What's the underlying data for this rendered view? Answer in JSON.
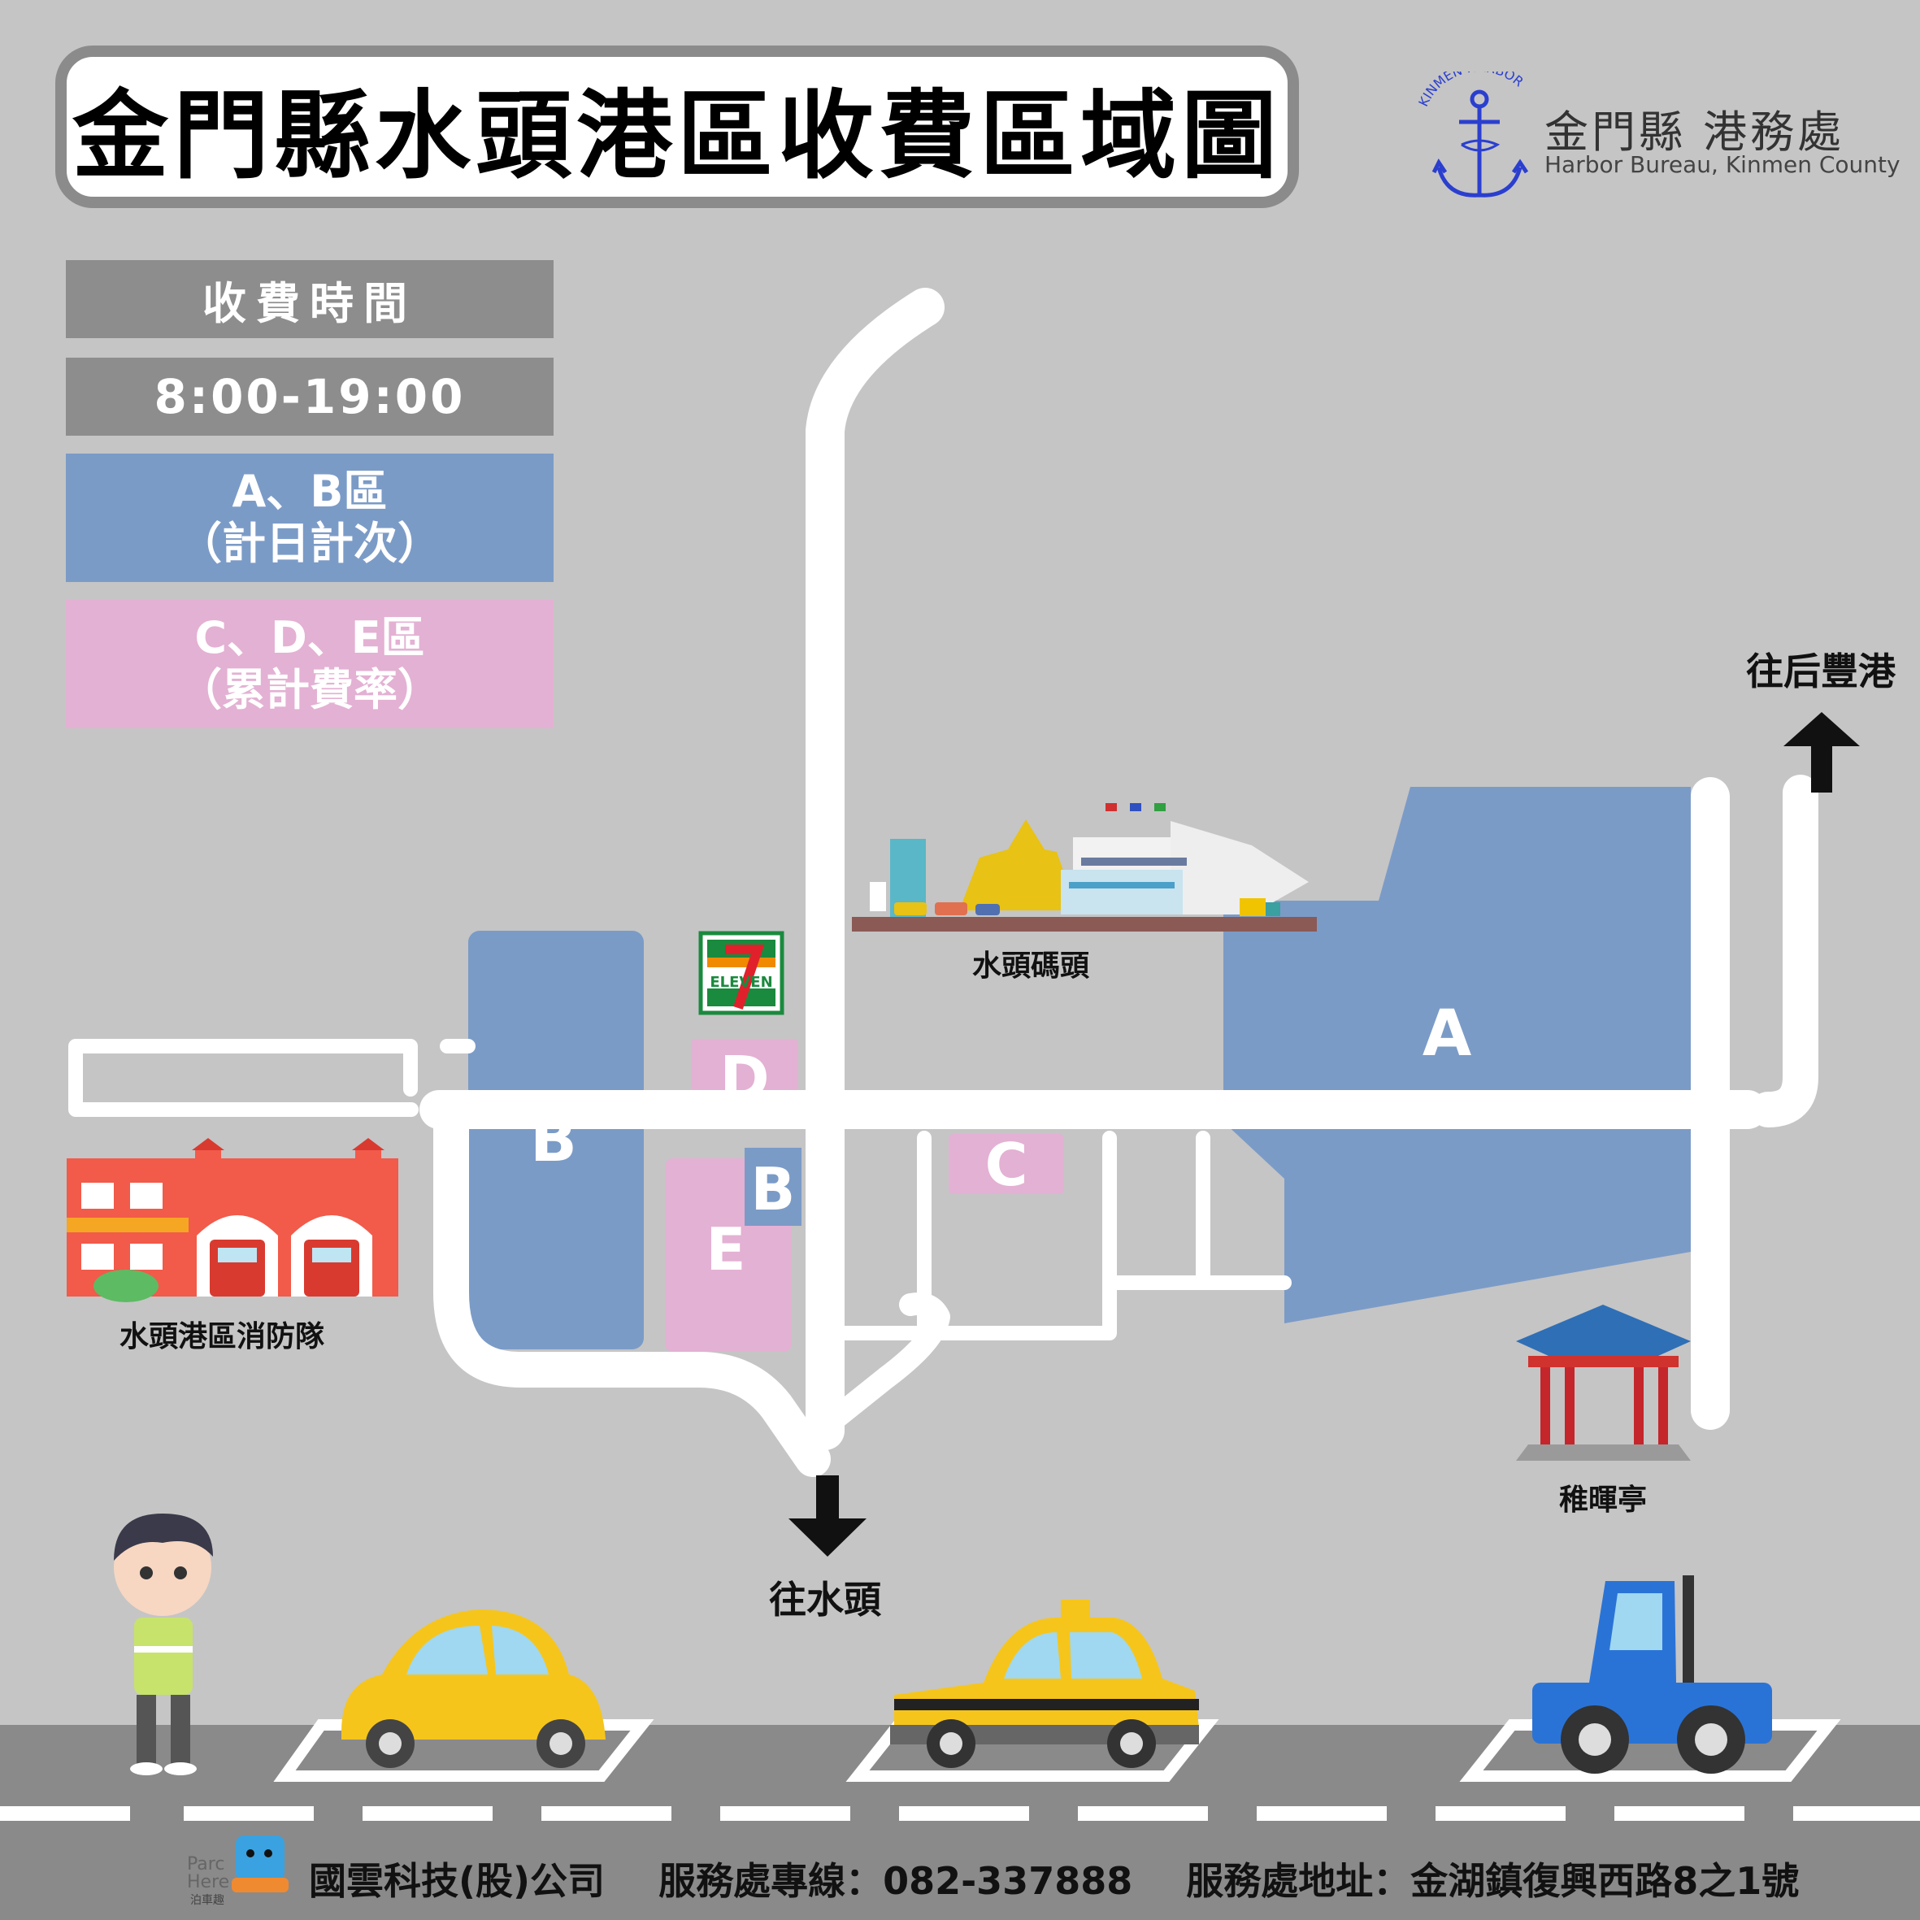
{
  "title": "金門縣水頭港區收費區域圖",
  "logo": {
    "arc_text": "KINMEN HARBOR",
    "name_cn": "金門縣 港務處",
    "name_en": "Harbor Bureau, Kinmen County"
  },
  "info_panel": {
    "header": "收費時間",
    "hours": "8:00-19:00",
    "zone_ab_line1": "A、B區",
    "zone_ab_line2": "（計日計次）",
    "zone_cde_line1": "C、D、E區",
    "zone_cde_line2": "（累計費率）"
  },
  "zones": {
    "a": "A",
    "b_main": "B",
    "b_small": "B",
    "c": "C",
    "d": "D",
    "e": "E"
  },
  "landmarks": {
    "pier": "水頭碼頭",
    "fire_station": "水頭港區消防隊",
    "pavilion": "稚暉亭",
    "store_logo": "ELEVEN",
    "to_houfeng": "往后豐港",
    "to_shuitou": "往水頭"
  },
  "footer": {
    "brand_line1": "Parc",
    "brand_line2": "Here",
    "brand_cn": "泊車趣",
    "company": "國雲科技(股)公司",
    "hotline": "服務處專線：082-337888",
    "address": "服務處地址：金湖鎮復興西路8之1號"
  },
  "colors": {
    "background": "#c5c5c5",
    "zone_blue": "#7b9bc7",
    "zone_pink": "#e3b1d3",
    "road": "#ffffff",
    "panel_gray": "#8d8d8d",
    "street": "#8a8a8a"
  }
}
